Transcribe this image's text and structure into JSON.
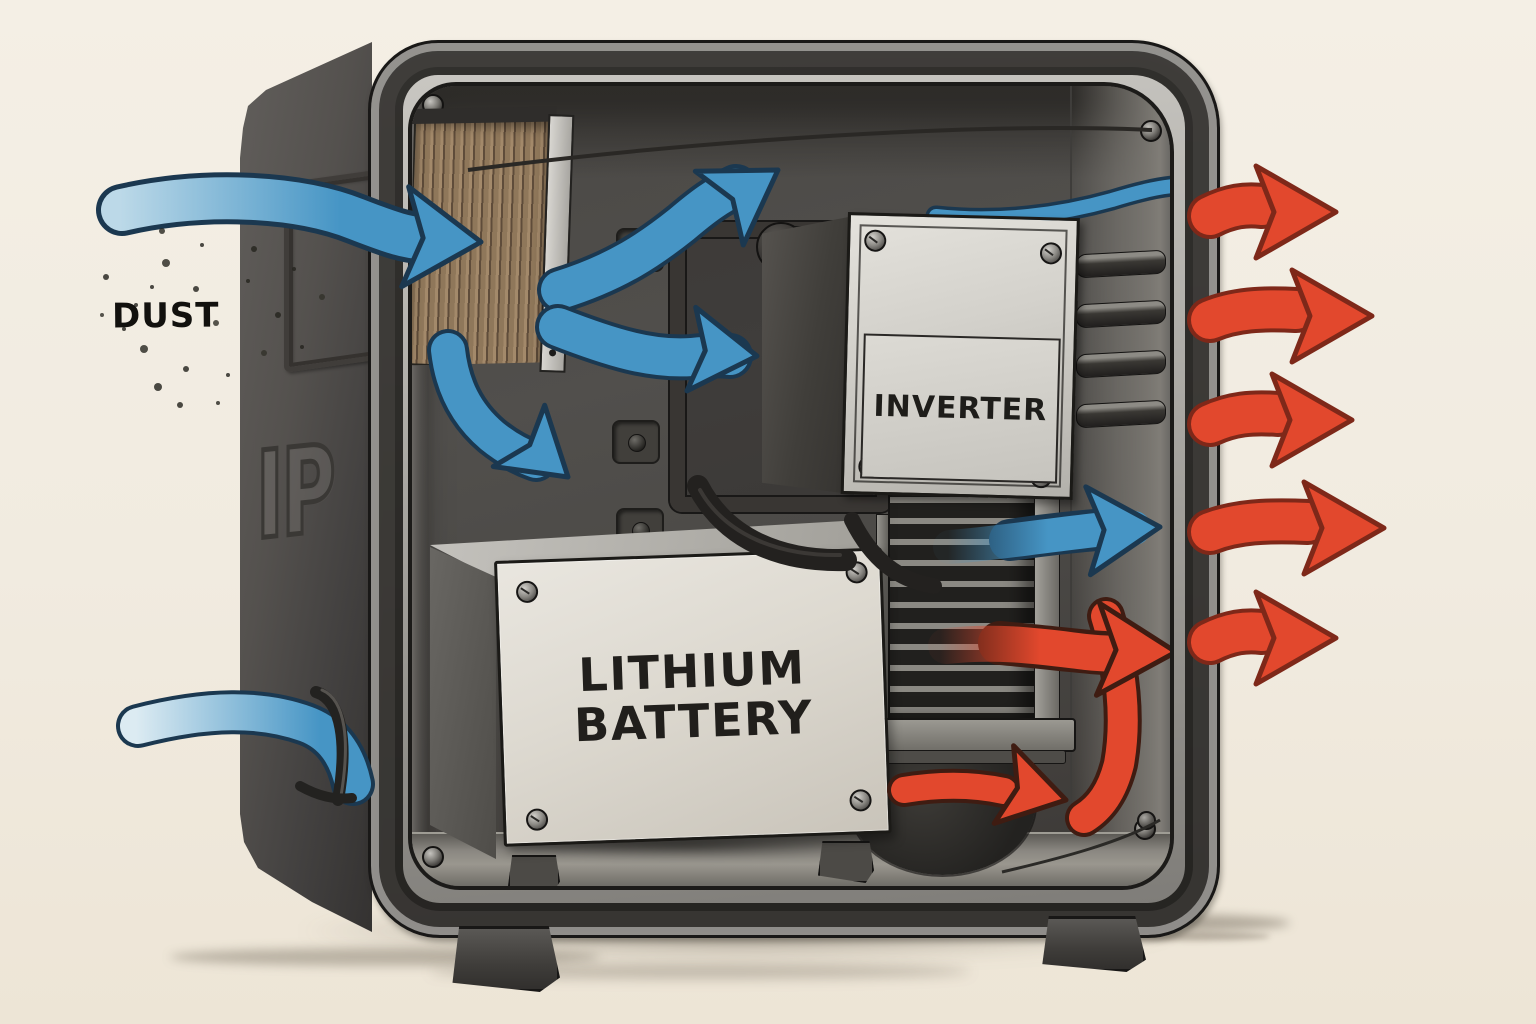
{
  "title": "Battery enclosure airflow cutaway illustration",
  "background_color": "#f1ebe0",
  "labels": {
    "dust": "DUST",
    "ip_marking": "IP",
    "inverter": "INVERTER",
    "battery_line1": "LITHIUM",
    "battery_line2": "BATTERY"
  },
  "colors": {
    "cool_air_blue": "#4695c5",
    "hot_air_red": "#e2482d",
    "enclosure_gray": "#4a4745",
    "frame_metal": "#aeaca7",
    "filter_brown": "#8f775a",
    "component_panel_light": "#ded9d0",
    "outline_dark": "#1a1918"
  },
  "airflow": {
    "cool_intake_arrow_count": 7,
    "hot_exhaust_arrow_count": 7,
    "exhaust_arrows_outside_right": 5,
    "intake_entry_points": 2
  },
  "components": [
    "dust-filter",
    "inverter",
    "lithium-battery",
    "heatsink",
    "vent-slats",
    "enclosure-feet"
  ]
}
